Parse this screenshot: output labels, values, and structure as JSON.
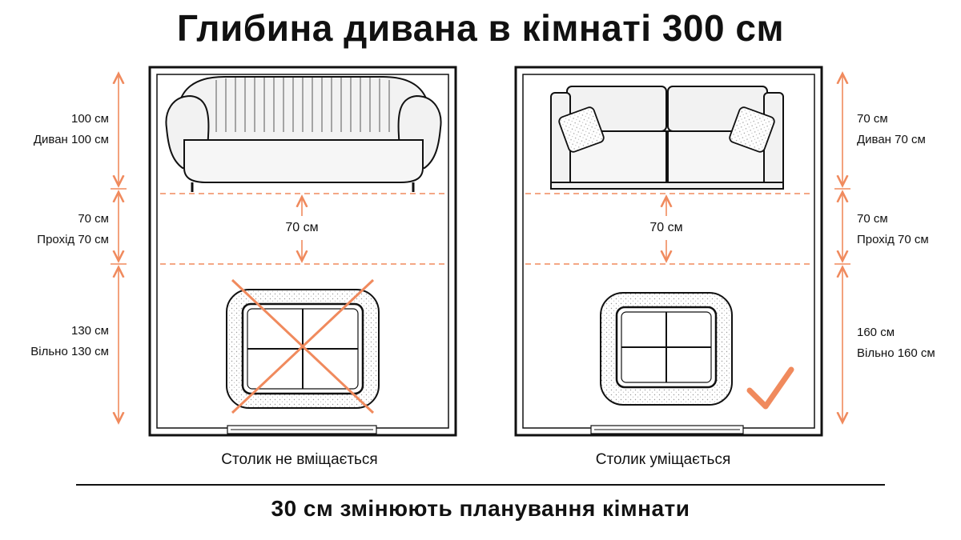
{
  "title": "Глибина дивана в кімнаті 300 см",
  "footer": "30 см змінюють планування кімнати",
  "colors": {
    "accent": "#f08a5d",
    "line": "#111111",
    "sofa_fill": "#f2f2f2"
  },
  "rooms": [
    {
      "caption": "Столик не вміщається",
      "status_icon": "cross-icon",
      "segments": [
        {
          "value": "100 см",
          "label": "Диван 100 см",
          "depth_cm": 100
        },
        {
          "value": "70 см",
          "label": "Прохід 70 см",
          "depth_cm": 70
        },
        {
          "value": "130 см",
          "label": "Вільно 130 см",
          "depth_cm": 130
        }
      ],
      "gap_label": "70 см"
    },
    {
      "caption": "Столик уміщається",
      "status_icon": "check-icon",
      "segments": [
        {
          "value": "70 см",
          "label": "Диван 70 см",
          "depth_cm": 70
        },
        {
          "value": "70 см",
          "label": "Прохід 70 см",
          "depth_cm": 70
        },
        {
          "value": "160 см",
          "label": "Вільно 160 см",
          "depth_cm": 160
        }
      ],
      "gap_label": "70 см"
    }
  ]
}
